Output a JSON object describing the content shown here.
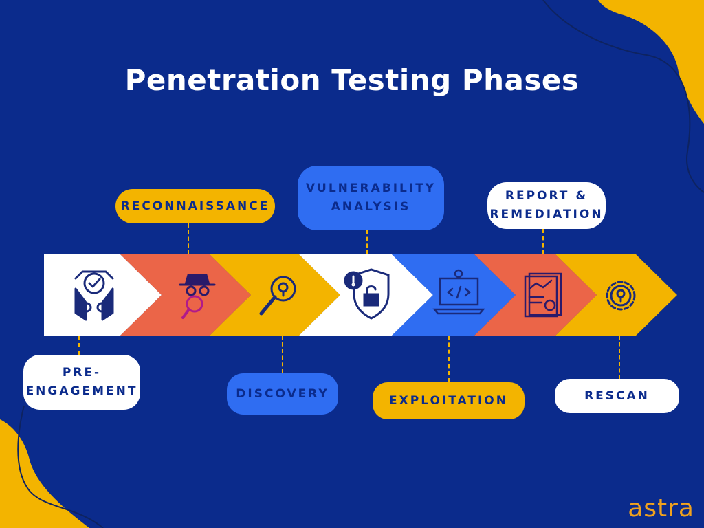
{
  "title": "Penetration Testing Phases",
  "phases": [
    {
      "label": "PRE-\nENGAGEMENT",
      "icon": "handshake-check-icon",
      "arrow_color": "#ffffff",
      "pill_color": "white"
    },
    {
      "label": "RECONNAISSANCE",
      "icon": "spy-magnifier-icon",
      "arrow_color": "#eb6548",
      "pill_color": "yellow"
    },
    {
      "label": "DISCOVERY",
      "icon": "magnifier-bulb-icon",
      "arrow_color": "#f3b400",
      "pill_color": "blue"
    },
    {
      "label": "VULNERABILITY\nANALYSIS",
      "icon": "shield-lock-alert-icon",
      "arrow_color": "#ffffff",
      "pill_color": "blue"
    },
    {
      "label": "EXPLOITATION",
      "icon": "laptop-code-icon",
      "arrow_color": "#2f6df2",
      "pill_color": "yellow"
    },
    {
      "label": "REPORT &\nREMEDIATION",
      "icon": "report-chart-icon",
      "arrow_color": "#eb6548",
      "pill_color": "white"
    },
    {
      "label": "RESCAN",
      "icon": "gear-bulb-icon",
      "arrow_color": "#f3b400",
      "pill_color": "white"
    }
  ],
  "brand": "astra",
  "colors": {
    "background": "#0b2b8c",
    "yellow": "#f3b400",
    "orange": "#eb6548",
    "blue": "#2f6df2",
    "white": "#ffffff",
    "icon": "#1a2a7a"
  }
}
